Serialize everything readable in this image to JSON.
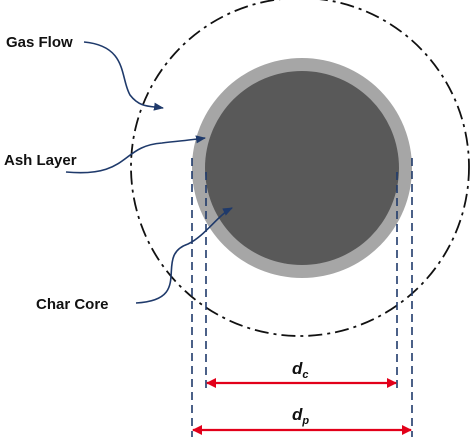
{
  "labels": {
    "gas_flow": "Gas Flow",
    "ash_layer": "Ash Layer",
    "char_core": "Char Core"
  },
  "dimensions": {
    "core": {
      "symbol": "d",
      "subscript": "c"
    },
    "particle": {
      "symbol": "d",
      "subscript": "p"
    }
  },
  "colors": {
    "gas_boundary": "#111111",
    "ash_layer": "#a6a6a6",
    "char_core": "#595959",
    "leader_line": "#1f3a6b",
    "guide_line": "#1f3a6b",
    "dimension_arrow": "#e2001a"
  }
}
